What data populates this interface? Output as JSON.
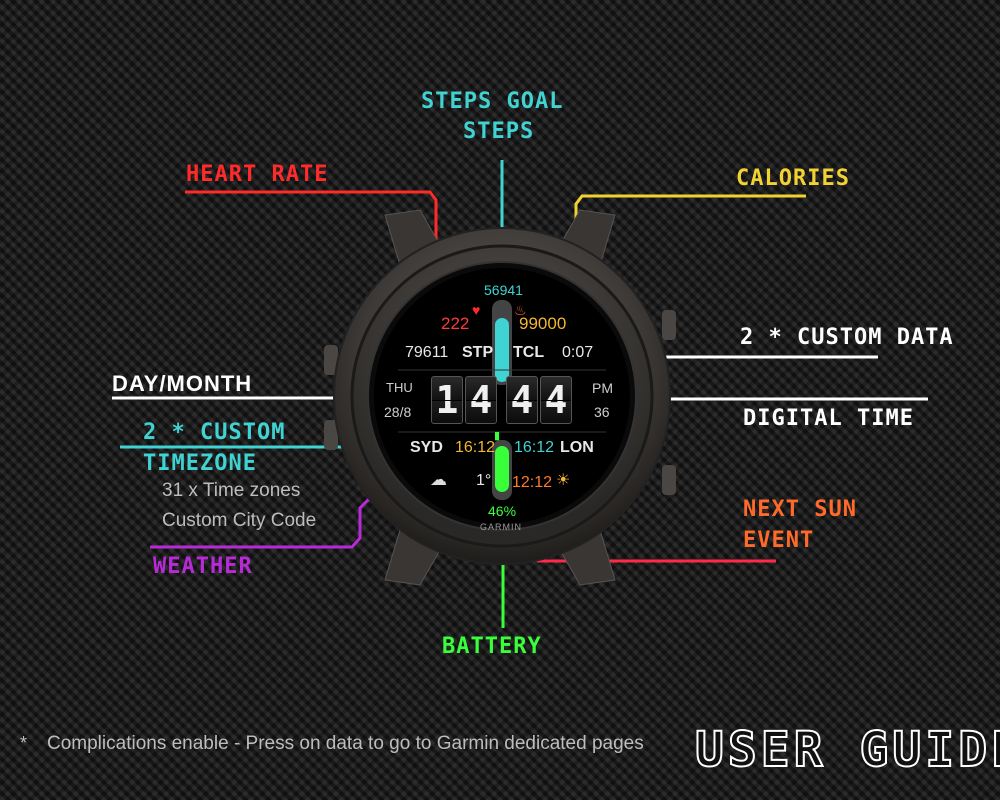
{
  "labels": {
    "steps_goal": "STEPS GOAL",
    "steps": "STEPS",
    "heart_rate": "HEART RATE",
    "calories": "CALORIES",
    "custom_data": "2 * CUSTOM DATA",
    "day_month": "DAY/MONTH",
    "digital_time": "DIGITAL TIME",
    "custom_tz_1": "2 * CUSTOM",
    "custom_tz_2": "TIMEZONE",
    "tz_note_1": "31 x Time zones",
    "tz_note_2": "Custom City Code",
    "weather": "WEATHER",
    "next_sun_1": "NEXT SUN",
    "next_sun_2": "EVENT",
    "battery": "BATTERY"
  },
  "footer": {
    "asterisk": "*",
    "note": "Complications enable - Press on data to go to Garmin dedicated pages",
    "title": "USER GUIDE"
  },
  "watch": {
    "steps_goal": "56941",
    "heart_rate": "222",
    "calories": "99000",
    "steps": "79611",
    "steps_label": "STP",
    "calories_label": "TCL",
    "custom_value": "0:07",
    "day": "THU",
    "date": "28/8",
    "time_digits": [
      "1",
      "4",
      "4",
      "4"
    ],
    "ampm": "PM",
    "seconds": "36",
    "tz1_city": "SYD",
    "tz1_time": "16:12",
    "tz2_time": "16:12",
    "tz2_city": "LON",
    "temperature": "1°",
    "sun_time": "12:12",
    "battery": "46%",
    "brand": "GARMIN"
  },
  "colors": {
    "steps_goal": "#3fd3d3",
    "heart_rate": "#ff2a2a",
    "calories": "#f2d232",
    "custom_data": "#ffffff",
    "timezone": "#3fd3d3",
    "weather": "#b82ad8",
    "next_sun": "#ff6a2a",
    "battery": "#39ff3a",
    "sun_line": "#ff2a4a"
  },
  "icons": [
    "heart-icon",
    "flame-icon",
    "battery-icon",
    "weather-cloud-icon",
    "sun-icon"
  ]
}
